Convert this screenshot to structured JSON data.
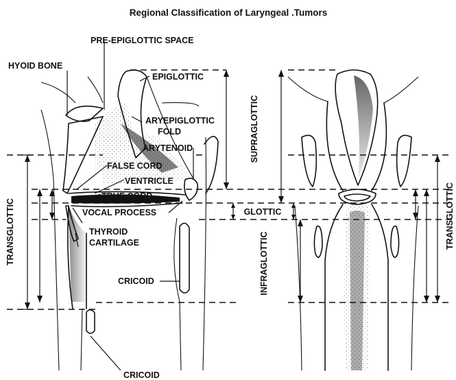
{
  "title": "Regional Classification of Laryngeal .Tumors",
  "labels": {
    "pre_epiglottic_space": "PRE-EPIGLOTTIC SPACE",
    "hyoid_bone": "HYOID BONE",
    "epiglottic": "EPIGLOTTIC",
    "aryepiglottic_1": "ARYEPIGLOTTIC",
    "aryepiglottic_2": "FOLD",
    "arytenoid": "ARYTENOID",
    "false_cord": "FALSE CORD",
    "ventricle": "VENTRICLE",
    "true_cord": "TRUE CORD",
    "vocal_process": "VOCAL PROCESS",
    "thyroid_1": "THYROID",
    "thyroid_2": "CARTILAGE",
    "cricoid_mid": "CRICOID",
    "cricoid_bottom": "CRICOID"
  },
  "regions": {
    "supraglottic": "SUPRAGLOTTIC",
    "glottic": "GLOTTIC",
    "infraglottic": "INFRAGLOTTIC",
    "transglottic_left": "TRANSGLOTTIC",
    "transglottic_right": "TRANSGLOTTIC"
  }
}
